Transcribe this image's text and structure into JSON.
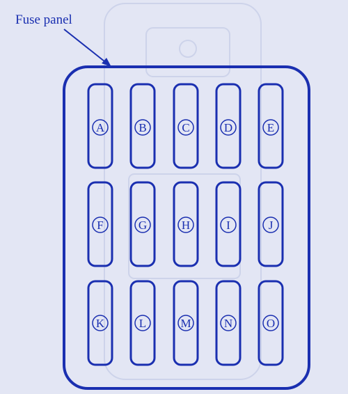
{
  "title": "Fuse panel",
  "colors": {
    "background": "#e3e6f4",
    "ink": "#1a2fb0",
    "ghost": "#cdd3ea"
  },
  "fuses": [
    {
      "letter": "A"
    },
    {
      "letter": "B"
    },
    {
      "letter": "C"
    },
    {
      "letter": "D"
    },
    {
      "letter": "E"
    },
    {
      "letter": "F"
    },
    {
      "letter": "G"
    },
    {
      "letter": "H"
    },
    {
      "letter": "I"
    },
    {
      "letter": "J"
    },
    {
      "letter": "K"
    },
    {
      "letter": "L"
    },
    {
      "letter": "M"
    },
    {
      "letter": "N"
    },
    {
      "letter": "O"
    }
  ]
}
